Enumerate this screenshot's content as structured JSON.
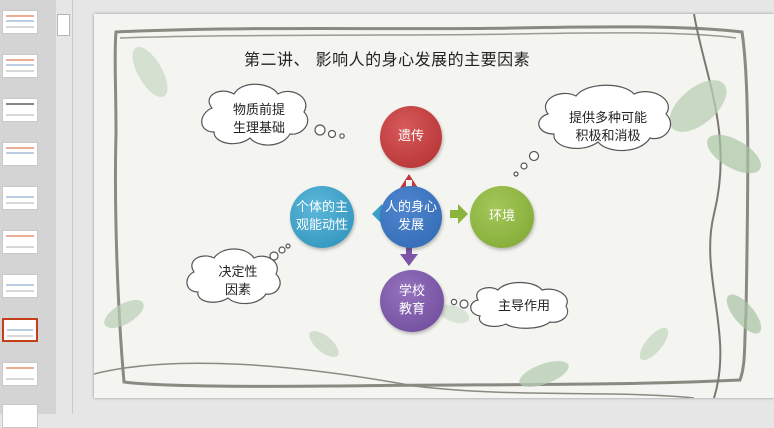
{
  "slide": {
    "title": "第二讲、 影响人的身心发展的主要因素",
    "center": "人的身心\n发展",
    "heredity": "遗传",
    "environment": "环境",
    "school": "学校\n教育",
    "agency": "个体的主\n观能动性",
    "note_heredity": "物质前提\n生理基础",
    "note_environment": "提供多种可能\n积极和消极",
    "note_agency": "决定性\n因素",
    "note_school": "主导作用"
  },
  "colors": {
    "heredity": "#c0393b",
    "environment": "#8ab43c",
    "school": "#7b56a6",
    "agency": "#3aa0c8",
    "center": "#2f67b2"
  }
}
